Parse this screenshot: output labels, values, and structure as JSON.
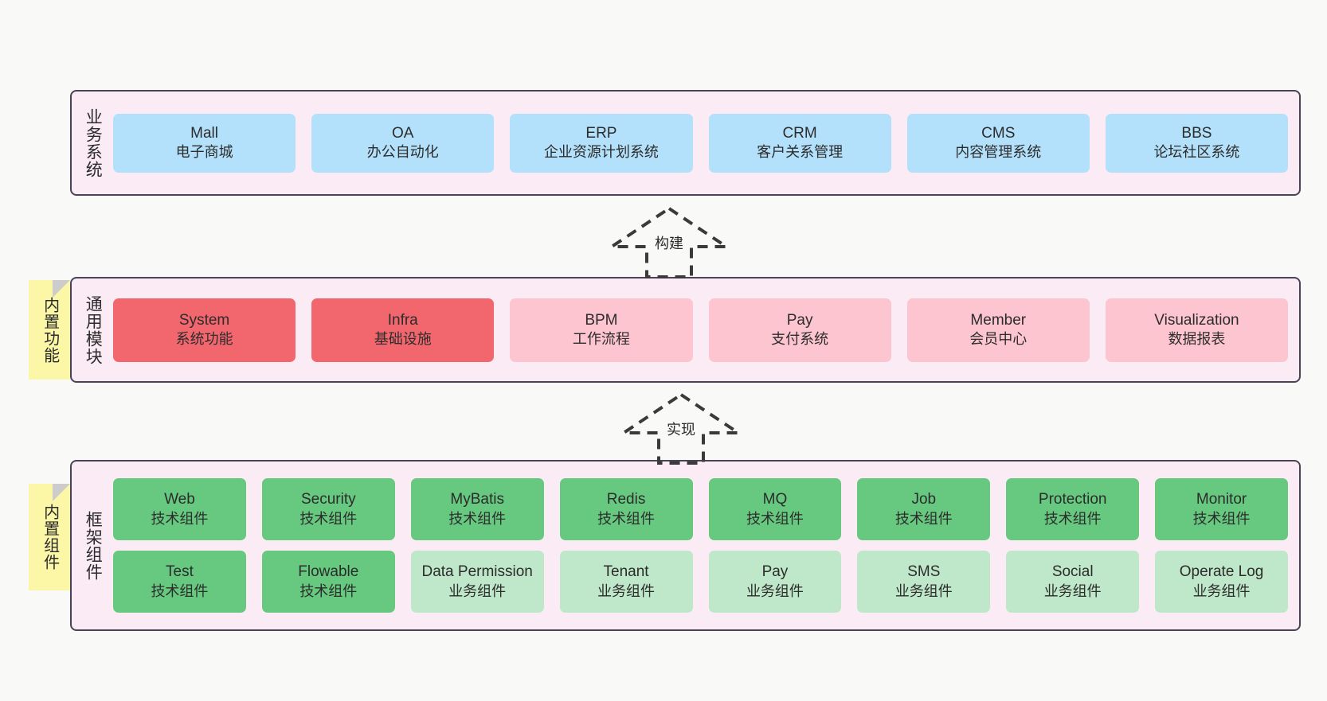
{
  "diagram": {
    "colors": {
      "canvas": "#f9f9f8",
      "layer_bg": "#faebf5",
      "layer_border": "#4a4358",
      "note_bg": "#fbf7a6",
      "business_card": "#b3e0fa",
      "common_card_strong": "#f2666e",
      "common_card_soft": "#fcc5cf",
      "framework_tech": "#66c97f",
      "framework_biz": "#bfe7c9"
    },
    "layers": [
      {
        "id": "business",
        "title": "业务系统",
        "rows": [
          [
            {
              "en": "Mall",
              "cn": "电子商城",
              "tone": "c-blue"
            },
            {
              "en": "OA",
              "cn": "办公自动化",
              "tone": "c-blue"
            },
            {
              "en": "ERP",
              "cn": "企业资源计划系统",
              "tone": "c-blue"
            },
            {
              "en": "CRM",
              "cn": "客户关系管理",
              "tone": "c-blue"
            },
            {
              "en": "CMS",
              "cn": "内容管理系统",
              "tone": "c-blue"
            },
            {
              "en": "BBS",
              "cn": "论坛社区系统",
              "tone": "c-blue"
            }
          ]
        ]
      },
      {
        "id": "common",
        "title": "通用模块",
        "note": "内置功能",
        "rows": [
          [
            {
              "en": "System",
              "cn": "系统功能",
              "tone": "c-red"
            },
            {
              "en": "Infra",
              "cn": "基础设施",
              "tone": "c-red"
            },
            {
              "en": "BPM",
              "cn": "工作流程",
              "tone": "c-pink"
            },
            {
              "en": "Pay",
              "cn": "支付系统",
              "tone": "c-pink"
            },
            {
              "en": "Member",
              "cn": "会员中心",
              "tone": "c-pink"
            },
            {
              "en": "Visualization",
              "cn": "数据报表",
              "tone": "c-pink"
            }
          ]
        ]
      },
      {
        "id": "framework",
        "title": "框架组件",
        "note": "内置组件",
        "rows": [
          [
            {
              "en": "Web",
              "cn": "技术组件",
              "tone": "c-green"
            },
            {
              "en": "Security",
              "cn": "技术组件",
              "tone": "c-green"
            },
            {
              "en": "MyBatis",
              "cn": "技术组件",
              "tone": "c-green"
            },
            {
              "en": "Redis",
              "cn": "技术组件",
              "tone": "c-green"
            },
            {
              "en": "MQ",
              "cn": "技术组件",
              "tone": "c-green"
            },
            {
              "en": "Job",
              "cn": "技术组件",
              "tone": "c-green"
            },
            {
              "en": "Protection",
              "cn": "技术组件",
              "tone": "c-green"
            },
            {
              "en": "Monitor",
              "cn": "技术组件",
              "tone": "c-green"
            }
          ],
          [
            {
              "en": "Test",
              "cn": "技术组件",
              "tone": "c-green"
            },
            {
              "en": "Flowable",
              "cn": "技术组件",
              "tone": "c-green"
            },
            {
              "en": "Data Permission",
              "cn": "业务组件",
              "tone": "c-lightgreen"
            },
            {
              "en": "Tenant",
              "cn": "业务组件",
              "tone": "c-lightgreen"
            },
            {
              "en": "Pay",
              "cn": "业务组件",
              "tone": "c-lightgreen"
            },
            {
              "en": "SMS",
              "cn": "业务组件",
              "tone": "c-lightgreen"
            },
            {
              "en": "Social",
              "cn": "业务组件",
              "tone": "c-lightgreen"
            },
            {
              "en": "Operate Log",
              "cn": "业务组件",
              "tone": "c-lightgreen"
            }
          ]
        ]
      }
    ],
    "arrows": [
      {
        "id": "build",
        "label": "构建"
      },
      {
        "id": "impl",
        "label": "实现"
      }
    ]
  }
}
